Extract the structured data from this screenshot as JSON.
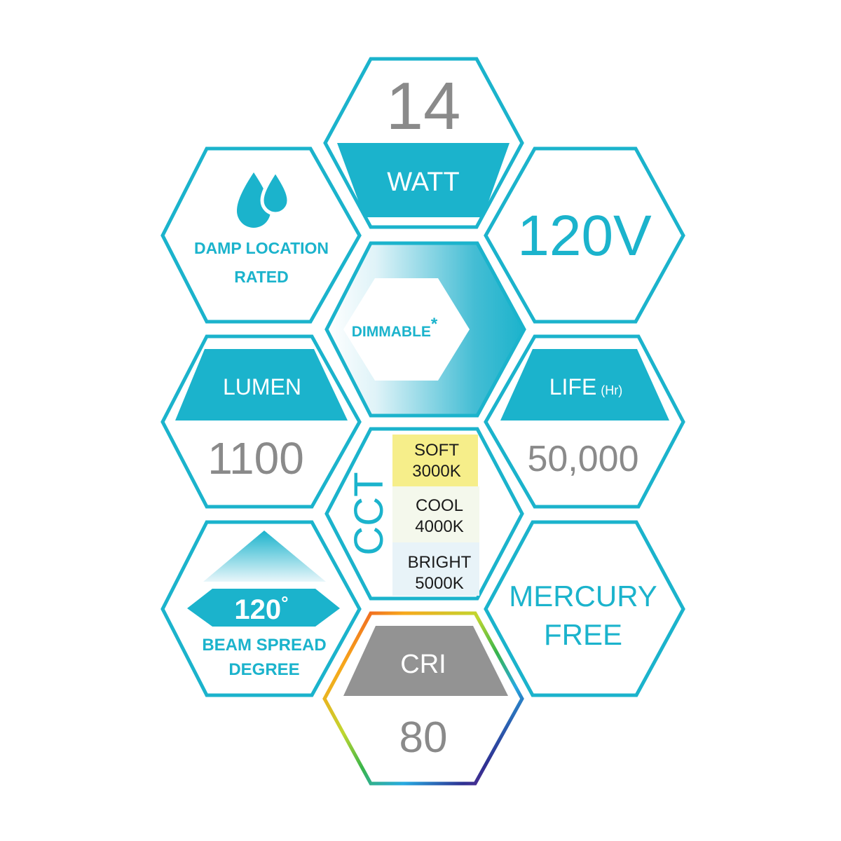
{
  "colors": {
    "teal": "#1bb3cc",
    "gray_text": "#8a8a8a",
    "cri_band": "#939393",
    "white": "#ffffff",
    "soft": "#f6ee8a",
    "cool": "#f4f8ec",
    "bright": "#e8f3f8",
    "ink": "#1a1a1a"
  },
  "icons": {
    "damp": "water-drops-icon",
    "beam": "beam-spread-icon",
    "cri_ring": "rainbow-ring-icon"
  },
  "watt": {
    "value": "14",
    "label": "WATT"
  },
  "voltage": {
    "value": "120V"
  },
  "damp": {
    "line1": "DAMP LOCATION",
    "line2": "RATED"
  },
  "dimmable": {
    "label": "DIMMABLE",
    "mark": "*"
  },
  "lumen": {
    "label": "LUMEN",
    "value": "1100"
  },
  "life": {
    "label": "LIFE",
    "unit": "(Hr)",
    "value": "50,000"
  },
  "cct": {
    "label": "CCT",
    "options": [
      {
        "name": "SOFT",
        "kelvin": "3000K"
      },
      {
        "name": "COOL",
        "kelvin": "4000K"
      },
      {
        "name": "BRIGHT",
        "kelvin": "5000K"
      }
    ]
  },
  "beam": {
    "angle": "120",
    "degree_mark": "°",
    "line1": "BEAM SPREAD",
    "line2": "DEGREE"
  },
  "mercury": {
    "line1": "MERCURY",
    "line2": "FREE"
  },
  "cri": {
    "label": "CRI",
    "value": "80"
  }
}
